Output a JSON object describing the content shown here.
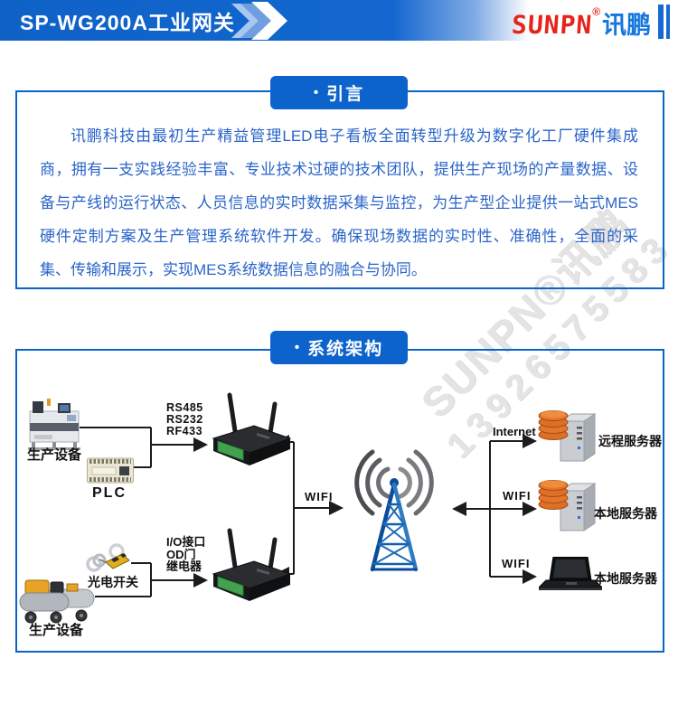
{
  "header": {
    "title": "SP-WG200A工业网关",
    "brand": "SUNPN",
    "brand_reg": "®",
    "brand_cn": "讯鹏"
  },
  "intro": {
    "bullet": "•",
    "title": "引言",
    "body": "讯鹏科技由最初生产精益管理LED电子看板全面转型升级为数字化工厂硬件集成商，拥有一支实践经验丰富、专业技术过硬的技术团队，提供生产现场的产量数据、设备与产线的运行状态、人员信息的实时数据采集与监控，为生产型企业提供一站式MES硬件定制方案及生产管理系统软件开发。确保现场数据的实时性、准确性，全面的采集、传输和展示，实现MES系统数据信息的融合与协同。"
  },
  "architecture": {
    "bullet": "•",
    "title": "系统架构",
    "device_top_label": "生产设备",
    "plc_label": "PLC",
    "protocols": [
      "RS485",
      "RS232",
      "RF433"
    ],
    "io_labels": [
      "I/O接口",
      "OD门",
      "继电器"
    ],
    "photo_switch_label": "光电开关",
    "device_bottom_label": "生产设备",
    "wifi_left_label": "WIFI",
    "internet_label": "Internet",
    "wifi_mid_label": "WIFI",
    "wifi_bottom_label": "WIFI",
    "remote_server_label": "远程服务器",
    "local_server_label": "本地服务器",
    "local_server2_label": "本地服务器"
  },
  "watermark": {
    "line1": "SUNPN®讯鹏",
    "line2": "13926575583"
  },
  "colors": {
    "primary_blue": "#0d63cc",
    "frame_blue": "#0a64c8",
    "text_blue": "#2b65c8",
    "brand_red": "#e5251c",
    "brand_blue": "#1577dd",
    "line_black": "#1c1c1c"
  }
}
